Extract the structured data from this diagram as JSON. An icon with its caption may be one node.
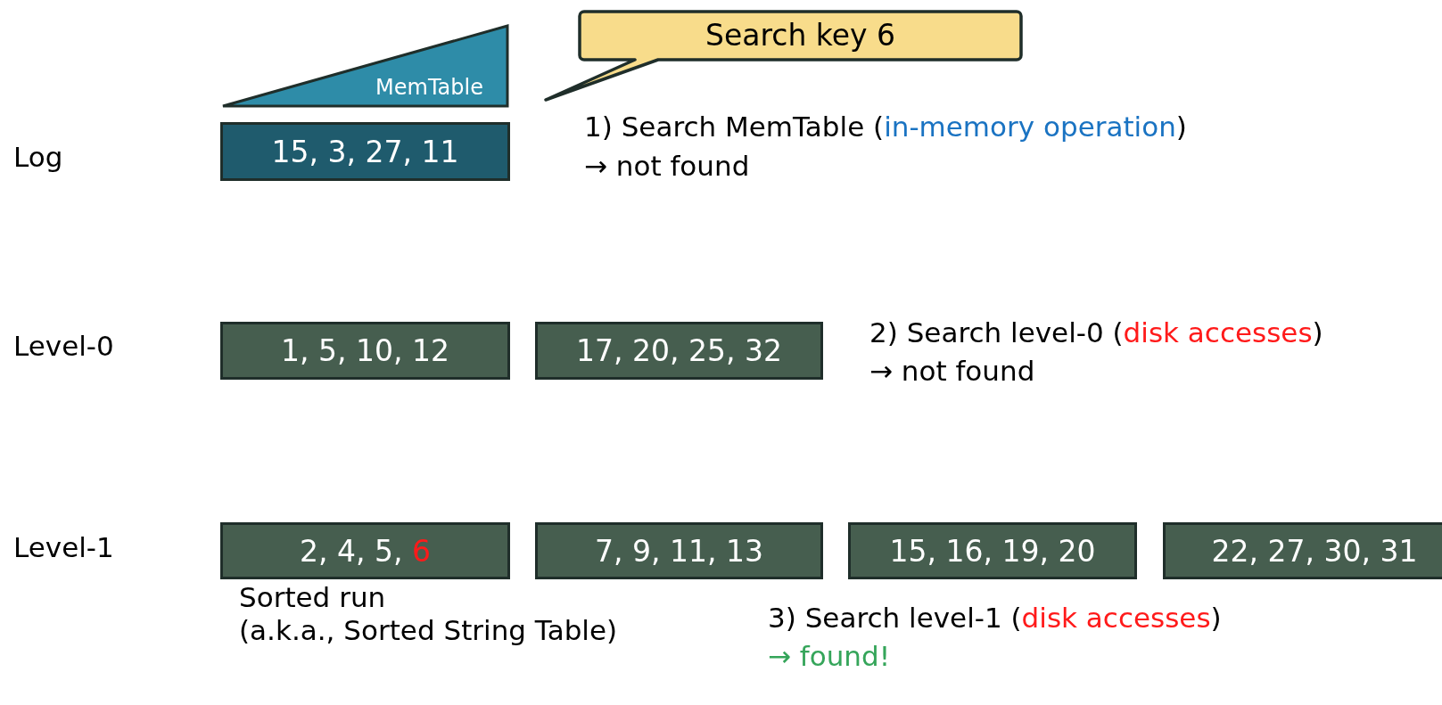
{
  "diagram": {
    "nodes": [
      {
        "text": [
          "MemTable"
        ]
      },
      {
        "text": [
          "Search key 6"
        ]
      },
      {
        "text": [
          "15, 3, 27, 11"
        ]
      },
      {
        "text": [
          "1, 5, 10, 12"
        ]
      },
      {
        "text": [
          "17, 20, 25, 32"
        ]
      },
      {
        "text": [
          "2, 4, 5, 6"
        ]
      },
      {
        "text": [
          "7, 9, 11, 13"
        ]
      },
      {
        "text": [
          "15, 16, 19, 20"
        ]
      },
      {
        "text": [
          "22, 27, 30, 31"
        ]
      }
    ],
    "edges": [],
    "labels": [
      "1) Search MemTable (in-memory operation)",
      "Log",
      "→ not found",
      "2) Search level-0 (disk accesses)",
      "Level-0",
      "→ not found",
      "Level-1",
      "Sorted run (a.k.a., Sorted String Table)",
      "3) Search level-1 (disk accesses)",
      "→ found!"
    ]
  }
}
